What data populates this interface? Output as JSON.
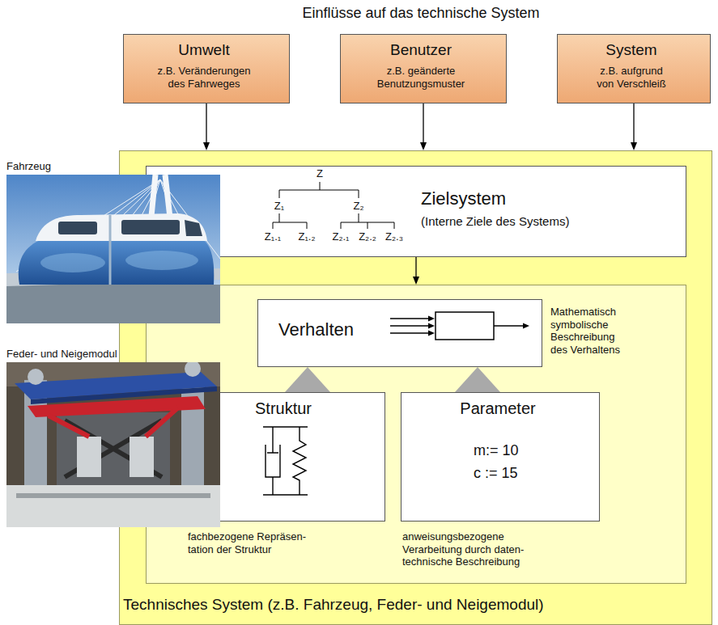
{
  "diagram": {
    "title": "Einflüsse auf das technische System",
    "nodes": [
      {
        "text": [
          "Umwelt",
          "z.B. Veränderungen des Fahrweges"
        ]
      },
      {
        "text": [
          "Benutzer",
          "z.B. geänderte Benutzungsmuster"
        ]
      },
      {
        "text": [
          "System",
          "z.B. aufgrund von Verschleiß"
        ]
      },
      {
        "text": [
          "Technisches System (z.B. Fahrzeug, Feder- und Neigemodul)"
        ]
      },
      {
        "text": [
          "Zielsystem",
          "(Interne Ziele des Systems)"
        ],
        "in": 3
      },
      {
        "text": [
          "Mathematisch symbolische Beschreibung des Verhaltens"
        ],
        "in": 3
      },
      {
        "text": [
          "Verhalten"
        ],
        "in": 5
      },
      {
        "text": [
          "Struktur",
          "fachbezogene Repräsen- tation der Struktur"
        ],
        "in": 5
      },
      {
        "text": [
          "Parameter",
          "m:= 10",
          "c := 15",
          "anweisungsbezogene Verarbeitung durch daten- technische Beschreibung"
        ],
        "in": 5
      }
    ],
    "edges": [
      {
        "from": 0,
        "to": 3,
        "arrow": "to"
      },
      {
        "from": 1,
        "to": 3,
        "arrow": "to"
      },
      {
        "from": 2,
        "to": 3,
        "arrow": "to"
      },
      {
        "from": 4,
        "to": 5,
        "arrow": "to"
      },
      {
        "from": 7,
        "to": 6,
        "arrow": "to"
      },
      {
        "from": 8,
        "to": 6,
        "arrow": "to"
      }
    ],
    "labels": [
      "Fahrzeug",
      "Feder- und Neigemodul",
      "Z",
      "Z₁",
      "Z₂",
      "Z₁.₁",
      "Z₁.₂",
      "Z₂.₁",
      "Z₂.₂",
      "Z₂.₃"
    ]
  }
}
